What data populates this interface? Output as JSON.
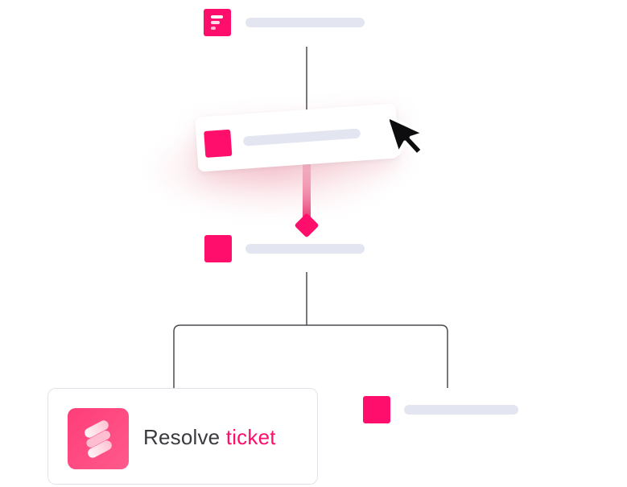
{
  "colors": {
    "accent": "#ff0f6b",
    "accent_soft": "#ff5a8c",
    "placeholder": "#e3e5f0",
    "line": "#4a4a50",
    "text_dark": "#3a3a3f"
  },
  "nodes": [
    {
      "name": "node-1",
      "icon": "brand-logo-icon"
    },
    {
      "name": "node-2-dragging",
      "icon": "pink-square-icon",
      "state": "dragging"
    },
    {
      "name": "node-3",
      "icon": "pink-square-icon"
    },
    {
      "name": "node-4",
      "icon": "pink-square-icon"
    }
  ],
  "resolve_card": {
    "icon": "app-logo-icon",
    "label_main": "Resolve",
    "label_accent": "ticket"
  },
  "cursor": {
    "icon": "mouse-pointer-icon"
  }
}
